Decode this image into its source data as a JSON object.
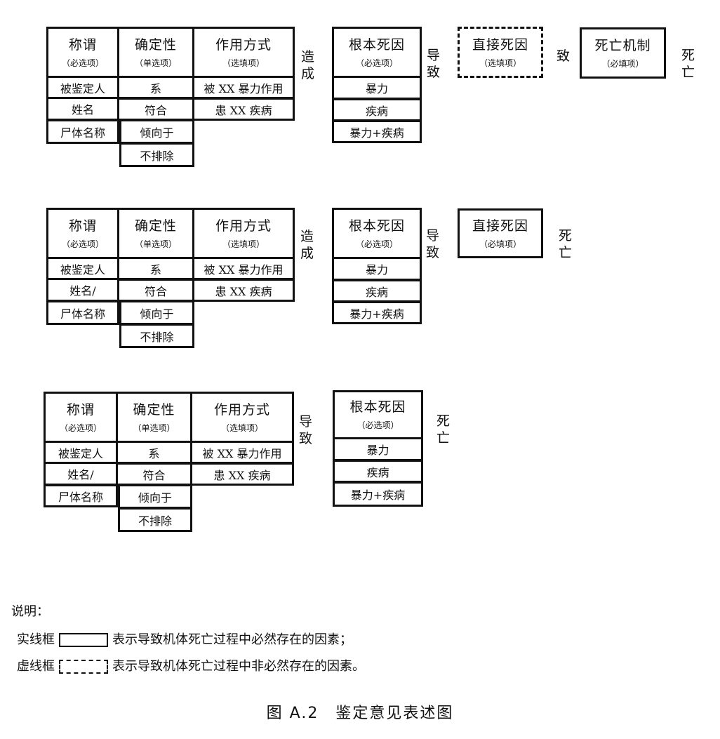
{
  "rows": [
    {
      "appellation": {
        "title": "称谓",
        "sub": "（必选项）",
        "items": [
          "被鉴定人",
          "姓名",
          "尸体名称"
        ]
      },
      "certainty": {
        "title": "确定性",
        "sub": "（单选项）",
        "items": [
          "系",
          "符合",
          "倾向于",
          "不排除"
        ]
      },
      "mode": {
        "title": "作用方式",
        "sub": "（选填项）",
        "items": [
          "被 XX 暴力作用",
          "患 XX 疾病"
        ]
      },
      "link1": "造成",
      "root": {
        "title": "根本死因",
        "sub": "（必选项）",
        "items": [
          "暴力",
          "疾病",
          "暴力+疾病"
        ]
      },
      "link2": "导致",
      "direct": {
        "title": "直接死因",
        "sub": "（选填项）"
      },
      "link3": "致",
      "mechanism": {
        "title": "死亡机制",
        "sub": "（必填项）"
      },
      "end": "死亡"
    },
    {
      "appellation": {
        "title": "称谓",
        "sub": "（必选项）",
        "items": [
          "被鉴定人",
          "姓名/",
          "尸体名称"
        ]
      },
      "certainty": {
        "title": "确定性",
        "sub": "（单选项）",
        "items": [
          "系",
          "符合",
          "倾向于",
          "不排除"
        ]
      },
      "mode": {
        "title": "作用方式",
        "sub": "（选填项）",
        "items": [
          "被 XX 暴力作用",
          "患 XX 疾病"
        ]
      },
      "link1": "造成",
      "root": {
        "title": "根本死因",
        "sub": "（必选项）",
        "items": [
          "暴力",
          "疾病",
          "暴力+疾病"
        ]
      },
      "link2": "导致",
      "direct": {
        "title": "直接死因",
        "sub": "（必填项）"
      },
      "end": "死亡"
    },
    {
      "appellation": {
        "title": "称谓",
        "sub": "（必选项）",
        "items": [
          "被鉴定人",
          "姓名/",
          "尸体名称"
        ]
      },
      "certainty": {
        "title": "确定性",
        "sub": "（单选项）",
        "items": [
          "系",
          "符合",
          "倾向于",
          "不排除"
        ]
      },
      "mode": {
        "title": "作用方式",
        "sub": "（选填项）",
        "items": [
          "被 XX 暴力作用",
          "患 XX 疾病"
        ]
      },
      "link1": "导致",
      "root": {
        "title": "根本死因",
        "sub": "（必选项）",
        "items": [
          "暴力",
          "疾病",
          "暴力+疾病"
        ]
      },
      "end": "死亡"
    }
  ],
  "legend": {
    "title": "说明：",
    "solid_label": "实线框",
    "solid_desc": "表示导致机体死亡过程中必然存在的因素；",
    "dashed_label": "虚线框",
    "dashed_desc": "表示导致机体死亡过程中非必然存在的因素。"
  },
  "caption": "图 A.2　鉴定意见表述图"
}
